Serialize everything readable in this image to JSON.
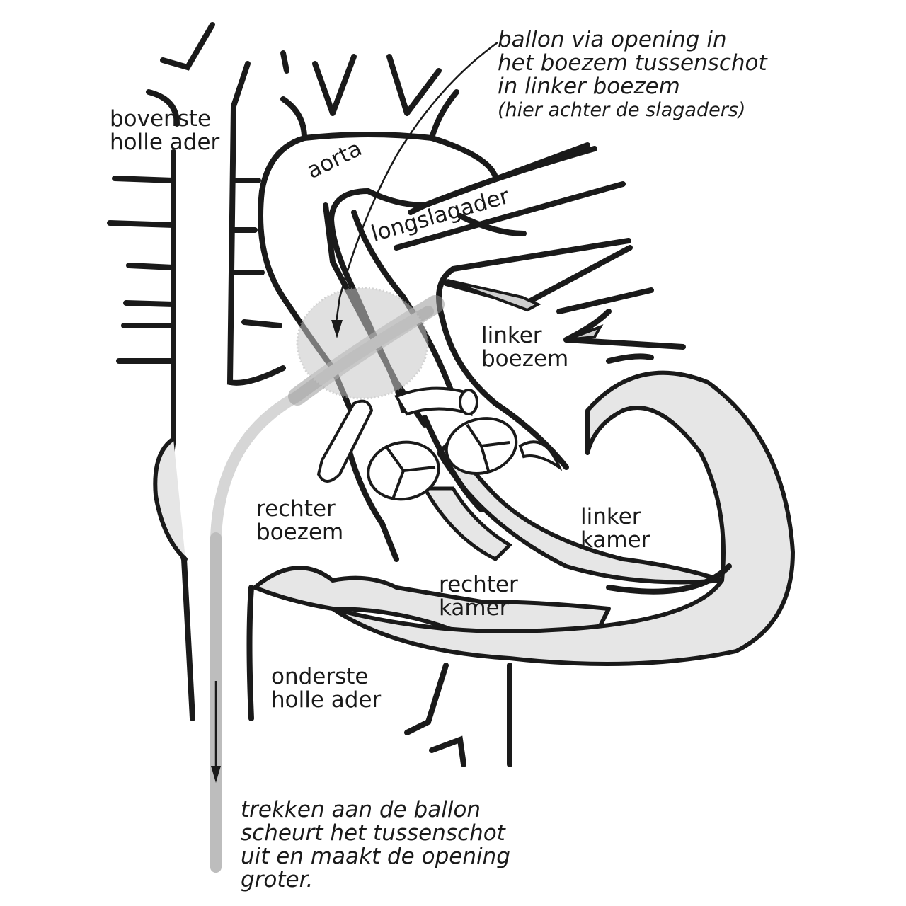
{
  "labels": {
    "svc": [
      "bovenste",
      "holle ader"
    ],
    "aorta": "aorta",
    "pulmonary": "longslagader",
    "left_atrium": [
      "linker",
      "boezem"
    ],
    "right_atrium": [
      "rechter",
      "boezem"
    ],
    "left_ventricle": [
      "linker",
      "kamer"
    ],
    "right_ventricle": [
      "rechter",
      "kamer"
    ],
    "ivc": [
      "onderste",
      "holle ader"
    ]
  },
  "notes": {
    "top": [
      "ballon via opening in",
      "het boezem tussenschot",
      "in linker boezem",
      "(hier achter de slagaders)"
    ],
    "bottom": [
      "trekken aan de ballon",
      "scheurt het tussenschot",
      "uit en maakt de opening",
      "groter."
    ]
  },
  "colors": {
    "outline": "#1a1a1a",
    "muscle_fill": "#e6e6e6",
    "balloon": "#c8c8c8",
    "catheter": "#d6d6d6"
  }
}
